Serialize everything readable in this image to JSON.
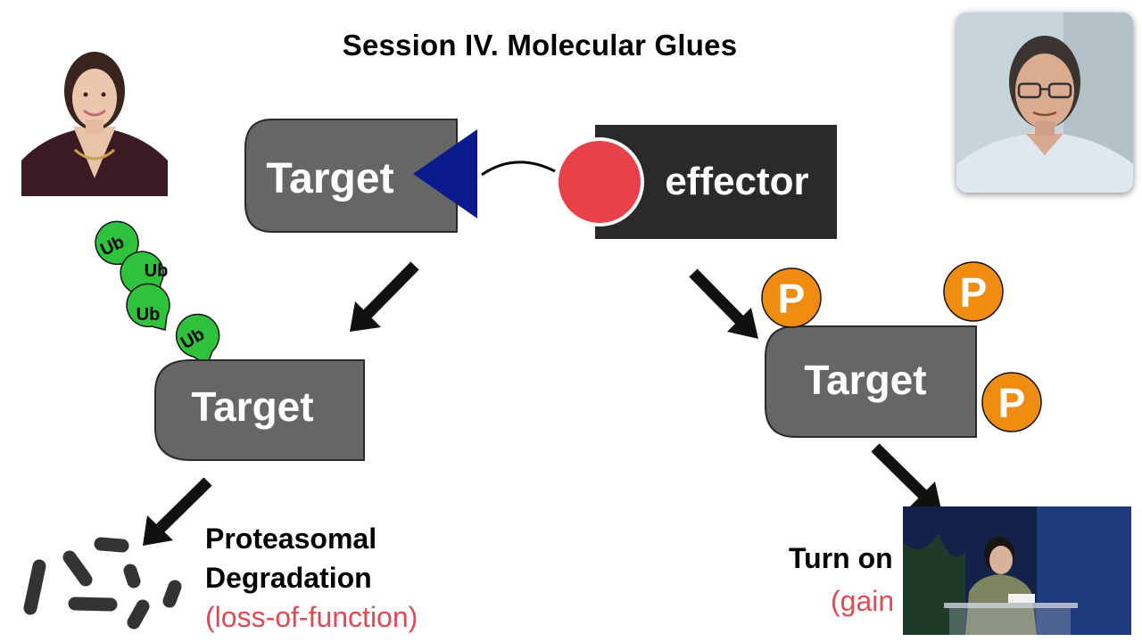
{
  "slide": {
    "title": "Session IV. Molecular Glues"
  },
  "diagram": {
    "target_top": "Target",
    "effector": "effector",
    "target_left": "Target",
    "target_right": "Target",
    "ub_labels": [
      "Ub",
      "Ub",
      "Ub",
      "Ub"
    ],
    "p_labels": [
      "P",
      "P",
      "P"
    ],
    "proteasomal": "Proteasomal",
    "degradation": "Degradation",
    "loss_of_function": "(loss-of-function)",
    "turn_on": "Turn on",
    "gain": "(gain"
  },
  "colors": {
    "target_fill": "#666666",
    "effector_fill": "#2a2a2a",
    "triangle": "#0b1a8c",
    "circle": "#e8414a",
    "ub_green": "#2fc33d",
    "phospho_orange": "#f08c10",
    "subtitle_red": "#e04a55"
  },
  "icons": {
    "arrows": "thick-arrow-icon",
    "fragments": "degraded-fragment-icon"
  }
}
